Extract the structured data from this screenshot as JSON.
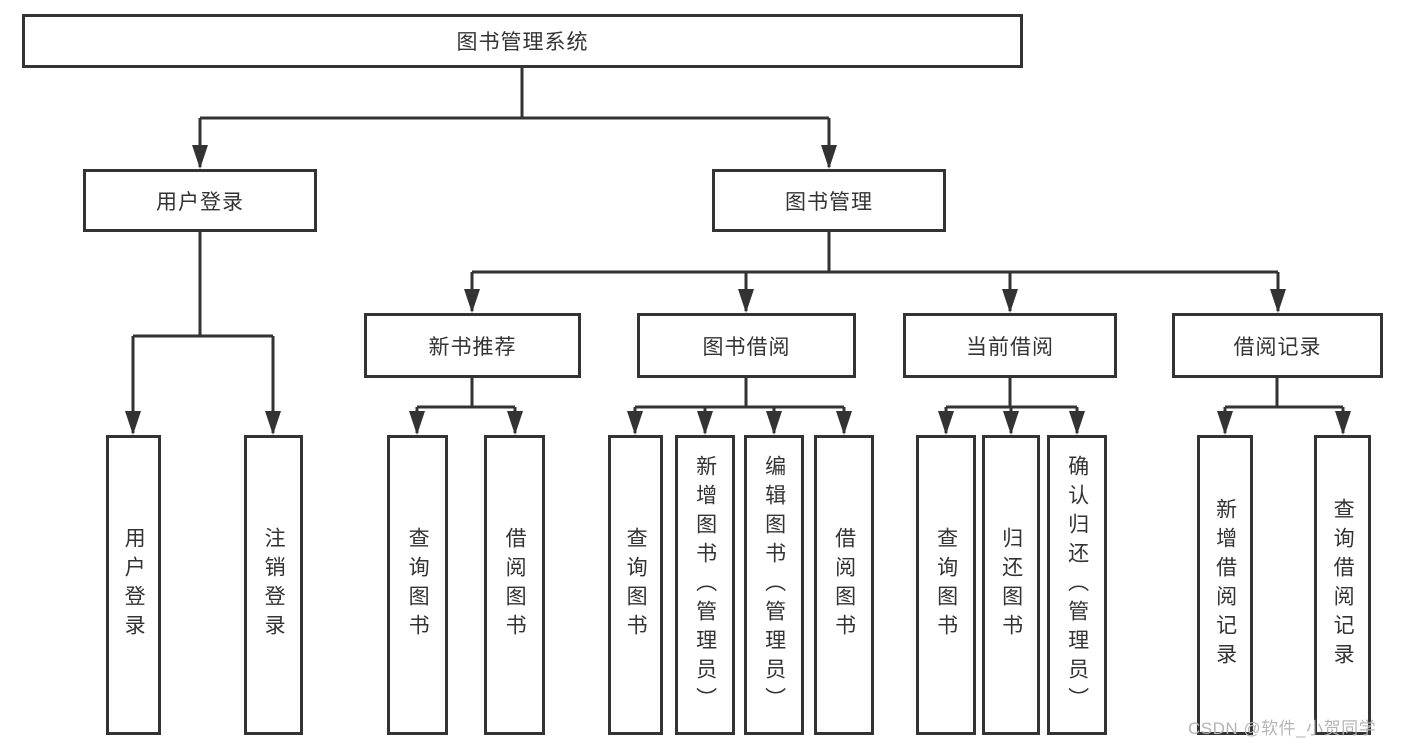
{
  "diagram_type": "hierarchy-tree",
  "tree": {
    "label": "图书管理系统",
    "children": [
      {
        "label": "用户登录",
        "children": [
          {
            "label": "用户登录"
          },
          {
            "label": "注销登录"
          }
        ]
      },
      {
        "label": "图书管理",
        "children": [
          {
            "label": "新书推荐",
            "children": [
              {
                "label": "查询图书"
              },
              {
                "label": "借阅图书"
              }
            ]
          },
          {
            "label": "图书借阅",
            "children": [
              {
                "label": "查询图书"
              },
              {
                "label": "新增图书（管理员）"
              },
              {
                "label": "编辑图书（管理员）"
              },
              {
                "label": "借阅图书"
              }
            ]
          },
          {
            "label": "当前借阅",
            "children": [
              {
                "label": "查询图书"
              },
              {
                "label": "归还图书"
              },
              {
                "label": "确认归还（管理员）"
              }
            ]
          },
          {
            "label": "借阅记录",
            "children": [
              {
                "label": "新增借阅记录"
              },
              {
                "label": "查询借阅记录"
              }
            ]
          }
        ]
      }
    ]
  },
  "watermark": {
    "text": "CSDN @软件_小贺同学"
  },
  "colors": {
    "line": "#333333",
    "box_border": "#333333",
    "text": "#333333",
    "background": "#ffffff",
    "watermark": "#b5b5b5"
  }
}
